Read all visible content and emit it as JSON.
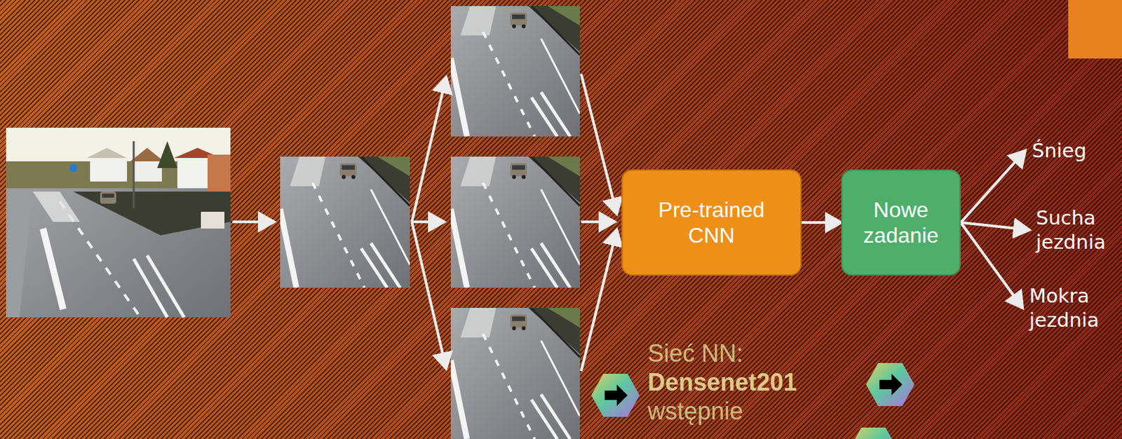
{
  "diagram": {
    "nodes": [
      {
        "text": [
          "Pre-trained CNN"
        ]
      },
      {
        "text": [
          "Nowe zadanie"
        ]
      },
      {
        "text": [
          "Śnieg"
        ]
      },
      {
        "text": [
          "Sucha jezdnia"
        ]
      },
      {
        "text": [
          "Mokra jezdnia"
        ]
      }
    ],
    "edges": [
      {
        "from": 0,
        "to": 1,
        "arrow": "to"
      },
      {
        "from": 1,
        "to": 2,
        "arrow": "to"
      },
      {
        "from": 1,
        "to": 3,
        "arrow": "to"
      },
      {
        "from": 1,
        "to": 4,
        "arrow": "to"
      }
    ],
    "labels": [
      "Sieć NN:",
      "Densenet201",
      "wstępnie"
    ]
  }
}
